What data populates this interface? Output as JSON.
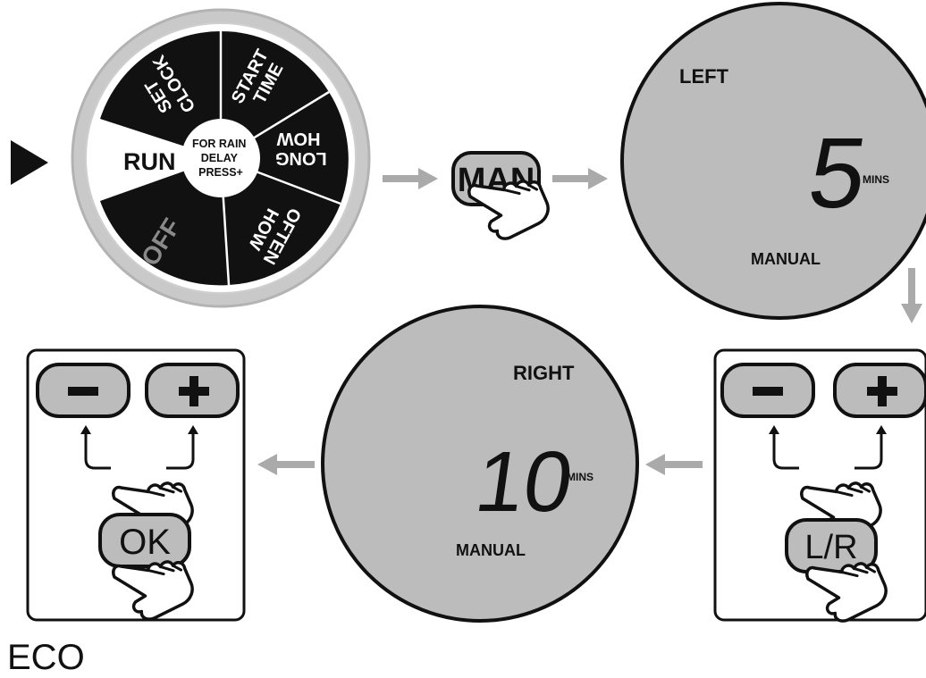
{
  "dial": {
    "selector_icon": "play-triangle-icon",
    "segments": {
      "set_clock": [
        "SET",
        "CLOCK"
      ],
      "start_time": [
        "START",
        "TIME"
      ],
      "how_long": [
        "HOW",
        "LONG"
      ],
      "how_often": [
        "HOW",
        "OFTEN"
      ],
      "off": "OFF",
      "run": "RUN"
    },
    "center": [
      "FOR RAIN",
      "DELAY",
      "PRESS+"
    ]
  },
  "buttons": {
    "man": "MAN",
    "minus": "−",
    "plus": "+",
    "ok": "OK",
    "lr": "L/R"
  },
  "displays": {
    "left": {
      "zone": "LEFT",
      "value": "5",
      "unit": "MINS",
      "mode": "MANUAL"
    },
    "right": {
      "zone": "RIGHT",
      "value": "10",
      "unit": "MINS",
      "mode": "MANUAL"
    }
  },
  "footer": {
    "label": "ECO"
  },
  "icons": {
    "hand": "hand-pointer-icon",
    "arrow": "arrow-icon"
  },
  "colors": {
    "black": "#111111",
    "panel_gray": "#bcbcbc",
    "arrow_gray": "#aaaaaa",
    "white": "#ffffff"
  }
}
